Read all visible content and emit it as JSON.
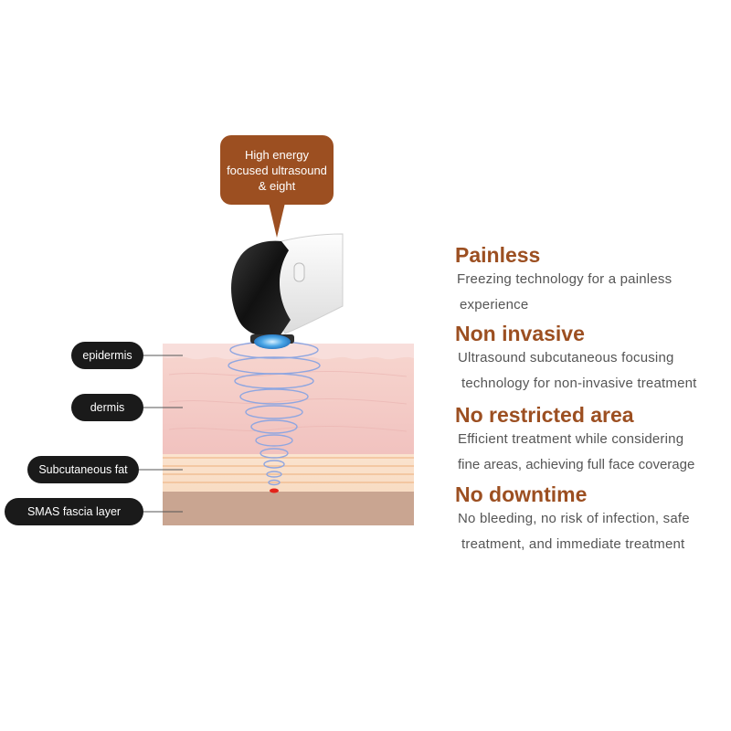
{
  "callout": {
    "line1": "High energy",
    "line2": "focused ultrasound",
    "line3": "& eight"
  },
  "layers": {
    "epidermis": "epidermis",
    "dermis": "dermis",
    "fat": "Subcutaneous fat",
    "smas": "SMAS fascia layer"
  },
  "features": [
    {
      "title": "Painless",
      "line1": "Freezing technology for a painless",
      "line2": "experience"
    },
    {
      "title": "Non invasive",
      "line1": "Ultrasound subcutaneous focusing",
      "line2": "technology for non-invasive treatment"
    },
    {
      "title": "No restricted area",
      "line1": "Efficient treatment while considering",
      "line2": "fine areas, achieving full face coverage"
    },
    {
      "title": "No downtime",
      "line1": "No bleeding, no risk of infection, safe",
      "line2": "treatment, and immediate treatment"
    }
  ],
  "colors": {
    "accent": "#9c4f21",
    "pill": "#1a1a1a",
    "skin_top": "#f3c6c3",
    "smas": "#c8a38f",
    "wave": "#8fa6e0"
  }
}
